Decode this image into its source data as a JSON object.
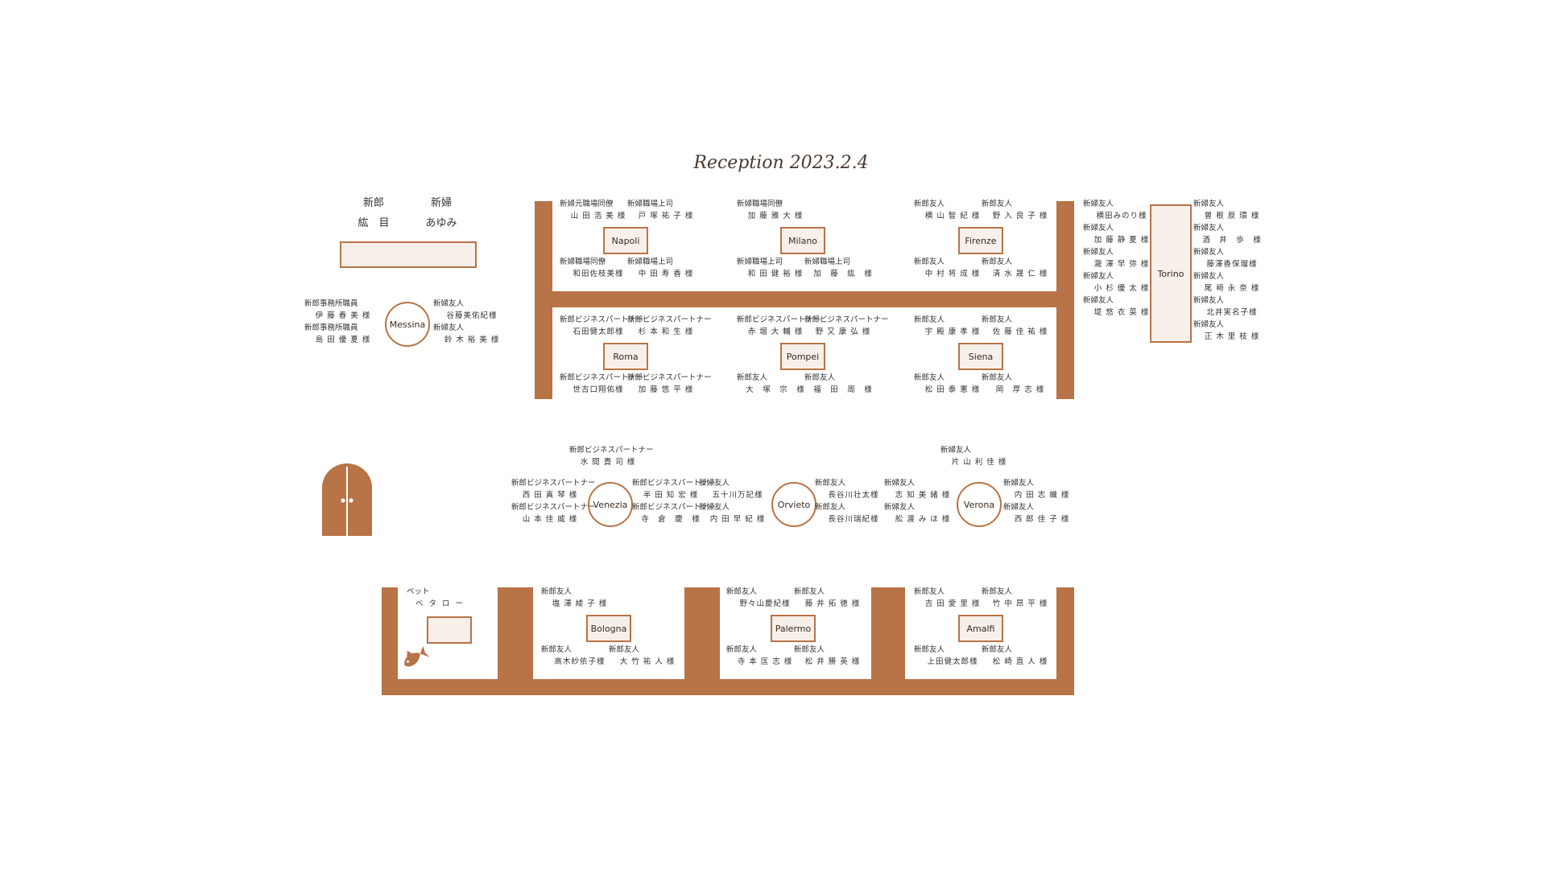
{
  "title": "Reception 2023.2.4",
  "couple": {
    "groom": {
      "role": "新郎",
      "name": "紘　目"
    },
    "bride": {
      "role": "新婦",
      "name": "あゆみ"
    }
  },
  "pet": {
    "role": "ペット",
    "name": "ベ タ ロ ー"
  },
  "tables": {
    "napoli": {
      "name": "Napoli",
      "guests": [
        {
          "r": "新婦元職場同僚",
          "n": "山 田 浩 美 様"
        },
        {
          "r": "新婦職場上司",
          "n": "戸 塚 祐 子 様"
        },
        {
          "r": "新婦職場同僚",
          "n": "和田佐枝美様"
        },
        {
          "r": "新婦職場上司",
          "n": "中 田 寿 香 様"
        }
      ]
    },
    "milano": {
      "name": "Milano",
      "guests": [
        {
          "r": "新婦職場同僚",
          "n": "加 藤 雅 大 様"
        },
        {
          "r": "新婦職場上司",
          "n": "和 田 健 裕 様"
        },
        {
          "r": "新婦職場上司",
          "n": "加　藤　紘　様"
        }
      ]
    },
    "firenze": {
      "name": "Firenze",
      "guests": [
        {
          "r": "新郎友人",
          "n": "横 山 智 紀 様"
        },
        {
          "r": "新郎友人",
          "n": "野 入 良 子 様"
        },
        {
          "r": "新郎友人",
          "n": "中 村 将 成 様"
        },
        {
          "r": "新郎友人",
          "n": "清 水 晟 仁 様"
        }
      ]
    },
    "roma": {
      "name": "Roma",
      "guests": [
        {
          "r": "新郎ビジネスパートナー",
          "n": "石田健太郎様"
        },
        {
          "r": "新郎ビジネスパートナー",
          "n": "杉 本 和 生 様"
        },
        {
          "r": "新郎ビジネスパートナー",
          "n": "世古口翔佑様"
        },
        {
          "r": "新郎ビジネスパートナー",
          "n": "加 藤 悠 平 様"
        }
      ]
    },
    "pompei": {
      "name": "Pompei",
      "guests": [
        {
          "r": "新郎ビジネスパートナー",
          "n": "赤 堀 大 輔 様"
        },
        {
          "r": "新郎ビジネスパートナー",
          "n": "野 又 康 弘 様"
        },
        {
          "r": "新郎友人",
          "n": "大　塚　宗　様"
        },
        {
          "r": "新郎友人",
          "n": "福　田　周　様"
        }
      ]
    },
    "siena": {
      "name": "Siena",
      "guests": [
        {
          "r": "新郎友人",
          "n": "宇 殿 康 孝 様"
        },
        {
          "r": "新郎友人",
          "n": "佐 藤 佳 祐 様"
        },
        {
          "r": "新郎友人",
          "n": "松 田 泰 憲 様"
        },
        {
          "r": "新郎友人",
          "n": "岡　厚 志 様"
        }
      ]
    },
    "torino": {
      "name": "Torino",
      "guests_left": [
        {
          "r": "新婦友人",
          "n": "横田みのり様"
        },
        {
          "r": "新婦友人",
          "n": "加 藤 静 夏 様"
        },
        {
          "r": "新婦友人",
          "n": "瀧 澤 早 弥 様"
        },
        {
          "r": "新婦友人",
          "n": "小 杉 優 太 様"
        },
        {
          "r": "新婦友人",
          "n": "堤 悠 衣 菜 様"
        }
      ],
      "guests_right": [
        {
          "r": "新婦友人",
          "n": "曽 根 原 環 様"
        },
        {
          "r": "新婦友人",
          "n": "酒　井　歩　様"
        },
        {
          "r": "新婦友人",
          "n": "藤澤香保瑠様"
        },
        {
          "r": "新婦友人",
          "n": "尾 﨑 永 奈 様"
        },
        {
          "r": "新婦友人",
          "n": "北井実名子様"
        },
        {
          "r": "新婦友人",
          "n": "正 木 里 枝 様"
        }
      ]
    },
    "messina": {
      "name": "Messina",
      "guests": [
        {
          "r": "新郎事務所職員",
          "n": "伊 藤 春 美 様"
        },
        {
          "r": "新婦友人",
          "n": "谷藤美佑紀様"
        },
        {
          "r": "新郎事務所職員",
          "n": "島 田 優 夏 様"
        },
        {
          "r": "新婦友人",
          "n": "鈴 木 裕 美 様"
        }
      ]
    },
    "venezia": {
      "name": "Venezia",
      "guests": [
        {
          "r": "新郎ビジネスパートナー",
          "n": "水 間 貴 司 様"
        },
        {
          "r": "新郎ビジネスパートナー",
          "n": "西 田 真 琴 様"
        },
        {
          "r": "新郎ビジネスパートナー",
          "n": "半 田 知 宏 様"
        },
        {
          "r": "新郎ビジネスパートナー",
          "n": "山 本 佳 威 様"
        },
        {
          "r": "新郎ビジネスパートナー",
          "n": "寺　倉　慶　様"
        }
      ]
    },
    "orvieto": {
      "name": "Orvieto",
      "guests": [
        {
          "r": "新婦友人",
          "n": "五十川万記様"
        },
        {
          "r": "新郎友人",
          "n": "長谷川壮太様"
        },
        {
          "r": "新婦友人",
          "n": "内 田 早 紀 様"
        },
        {
          "r": "新郎友人",
          "n": "長谷川瑞紀様"
        }
      ]
    },
    "verona": {
      "name": "Verona",
      "guests": [
        {
          "r": "新婦友人",
          "n": "片 山 利 佳 様"
        },
        {
          "r": "新婦友人",
          "n": "志 知 美 緒 様"
        },
        {
          "r": "新婦友人",
          "n": "内 田 志 織 様"
        },
        {
          "r": "新婦友人",
          "n": "舩 渡 み ほ 様"
        },
        {
          "r": "新婦友人",
          "n": "西 郎 佳 子 様"
        }
      ]
    },
    "bologna": {
      "name": "Bologna",
      "guests": [
        {
          "r": "新郎友人",
          "n": "塩 澤 綾 子 様"
        },
        {
          "r": "新郎友人",
          "n": "高木紗依子様"
        },
        {
          "r": "新郎友人",
          "n": "大 竹 祐 人 様"
        }
      ]
    },
    "palermo": {
      "name": "Palermo",
      "guests": [
        {
          "r": "新郎友人",
          "n": "野々山慶紀様"
        },
        {
          "r": "新郎友人",
          "n": "藤 井 拓 徳 様"
        },
        {
          "r": "新郎友人",
          "n": "寺 本 匡 志 様"
        },
        {
          "r": "新郎友人",
          "n": "松 井 勝 英 様"
        }
      ]
    },
    "amalfi": {
      "name": "Amalfi",
      "guests": [
        {
          "r": "新郎友人",
          "n": "吉 田 愛 里 様"
        },
        {
          "r": "新郎友人",
          "n": "竹 中 昂 平 様"
        },
        {
          "r": "新郎友人",
          "n": "上田健太郎様"
        },
        {
          "r": "新郎友人",
          "n": "松 崎 直 人 様"
        }
      ]
    }
  }
}
